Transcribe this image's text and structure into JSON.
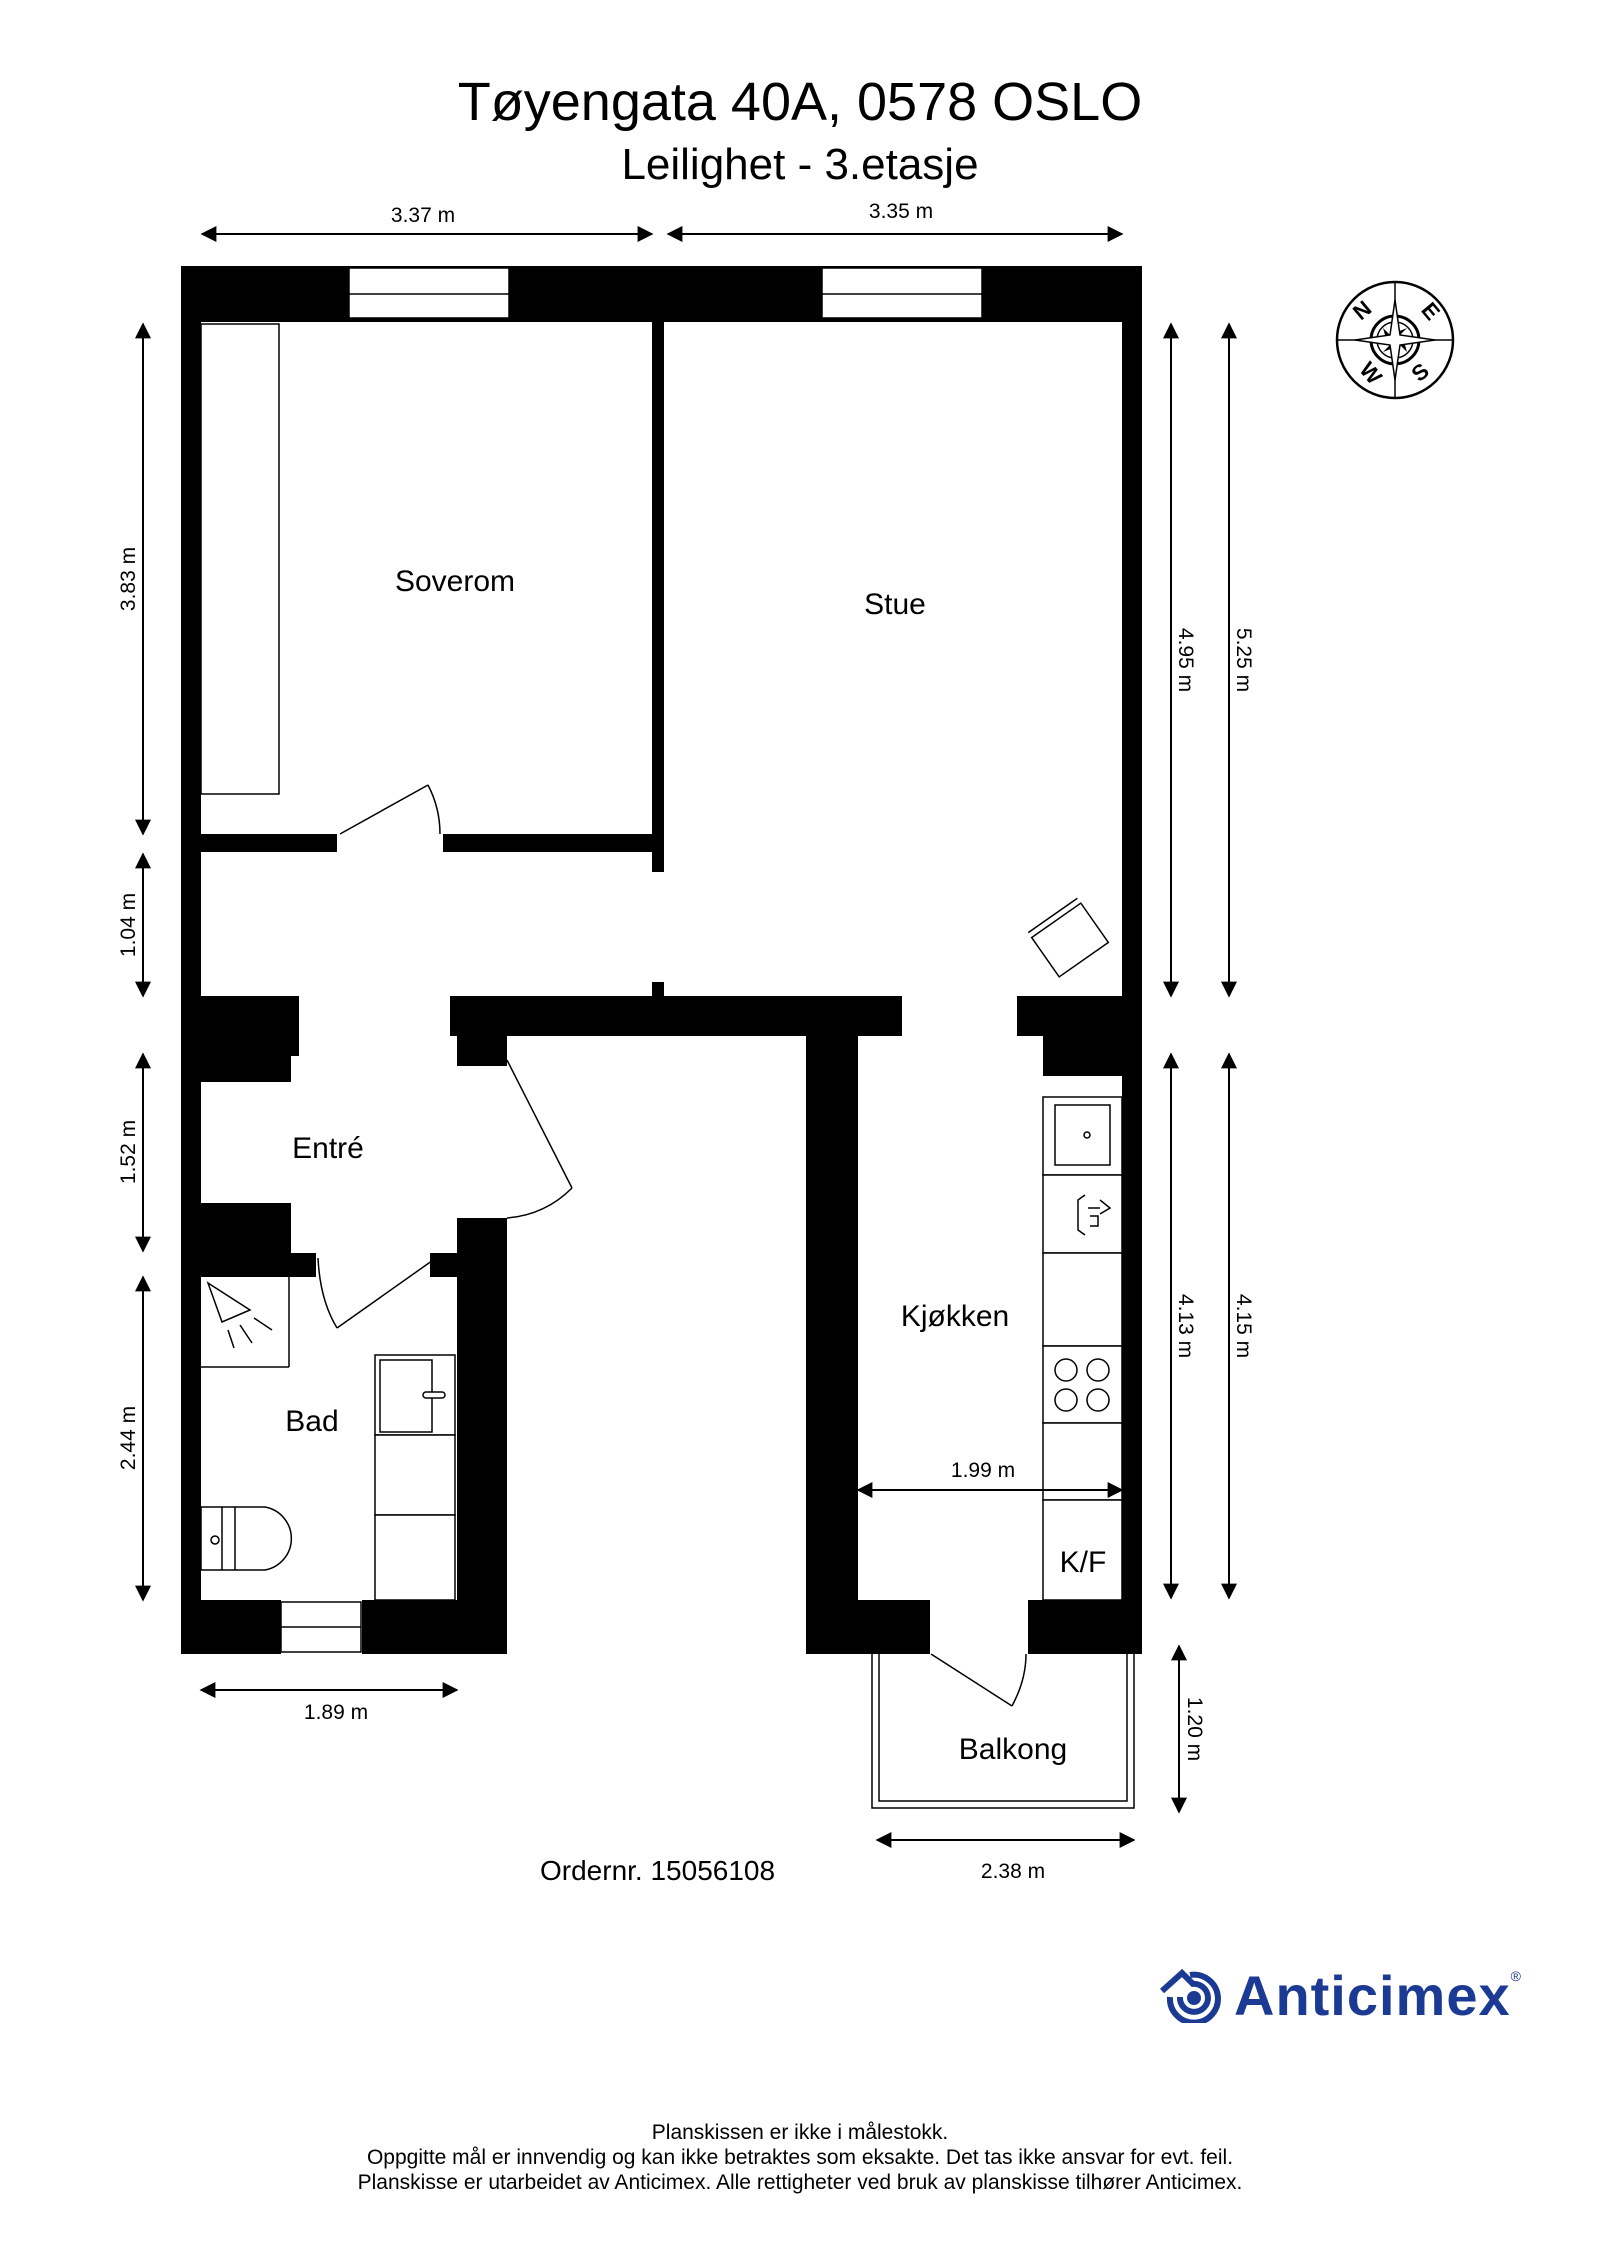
{
  "header": {
    "title": "Tøyengata 40A, 0578 OSLO",
    "subtitle": "Leilighet  - 3.etasje"
  },
  "rooms": {
    "soverom": "Soverom",
    "stue": "Stue",
    "entre": "Entré",
    "bad": "Bad",
    "kjokken": "Kjøkken",
    "balkong": "Balkong",
    "kf": "K/F"
  },
  "dimensions": {
    "top_left": "3.37 m",
    "top_right": "3.35 m",
    "left_1": "3.83 m",
    "left_2": "1.04 m",
    "left_3": "1.52 m",
    "left_4": "2.44 m",
    "right_inner_top": "4.95 m",
    "right_outer_top": "5.25 m",
    "right_inner_bottom": "4.13 m",
    "right_outer_bottom": "4.15 m",
    "kitchen_width": "1.99 m",
    "bath_width": "1.89 m",
    "balcony_depth": "1.20 m",
    "balcony_width": "2.38 m"
  },
  "compass": {
    "n": "N",
    "e": "E",
    "s": "S",
    "w": "W"
  },
  "order": "Ordernr. 15056108",
  "brand": {
    "name": "Anticimex",
    "reg": "®",
    "color": "#1b3a93"
  },
  "footer": {
    "line1": "Planskissen er ikke i målestokk.",
    "line2": "Oppgitte mål er innvendig og kan ikke betraktes som eksakte. Det tas ikke ansvar for evt. feil.",
    "line3": "Planskisse er utarbeidet av Anticimex. Alle rettigheter ved bruk av planskisse tilhører Anticimex."
  }
}
